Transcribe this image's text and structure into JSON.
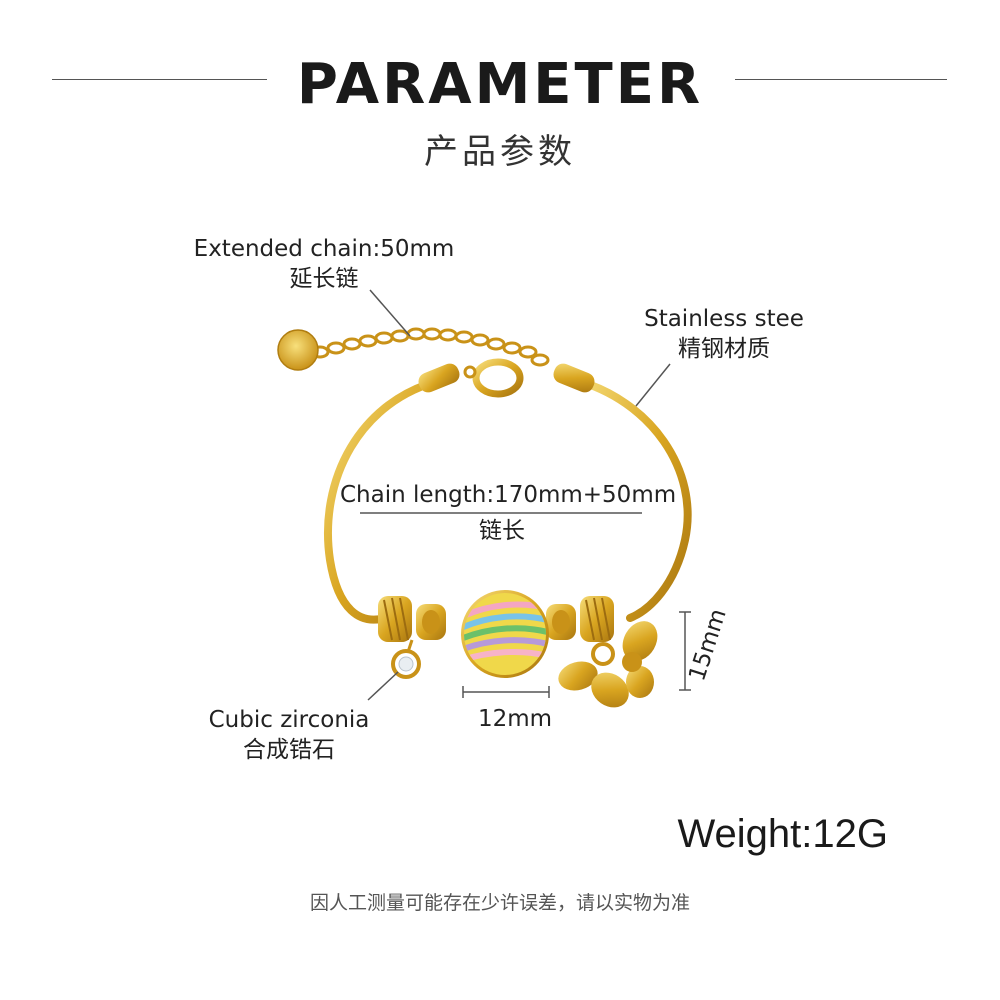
{
  "header": {
    "title": "PARAMETER",
    "subtitle": "产品参数"
  },
  "annotations": {
    "extended_chain": {
      "en": "Extended chain:50mm",
      "zh": "延长链"
    },
    "material": {
      "en": "Stainless stee",
      "zh": "精钢材质"
    },
    "chain_length": {
      "en": "Chain length:170mm+50mm",
      "zh": "链长"
    },
    "height": {
      "text": "15mm"
    },
    "width": {
      "text": "12mm"
    },
    "stone": {
      "en": "Cubic zirconia",
      "zh": "合成锆石"
    }
  },
  "weight": "Weight:12G",
  "footer": "因人工测量可能存在少许误差，请以实物为准",
  "colors": {
    "gold": "#d9a520",
    "gold_dark": "#b07d10",
    "gold_light": "#f3d36b",
    "rule": "#555555"
  }
}
